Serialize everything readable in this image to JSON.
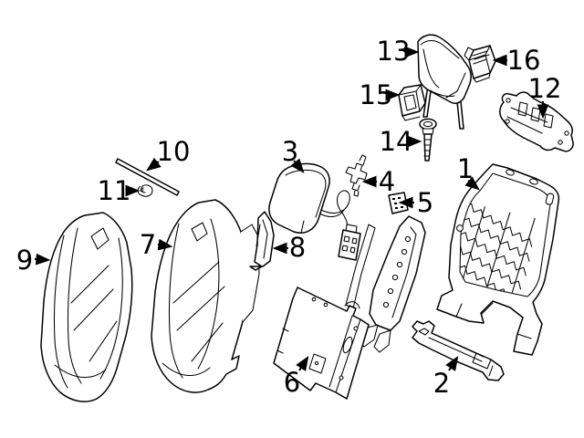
{
  "diagram": {
    "background_color": "#ffffff",
    "line_color": "#000000",
    "text_color": "#000000"
  },
  "callouts": [
    {
      "number": "1"
    },
    {
      "number": "2"
    },
    {
      "number": "3"
    },
    {
      "number": "4"
    },
    {
      "number": "5"
    },
    {
      "number": "6"
    },
    {
      "number": "7"
    },
    {
      "number": "8"
    },
    {
      "number": "9"
    },
    {
      "number": "10"
    },
    {
      "number": "11"
    },
    {
      "number": "12"
    },
    {
      "number": "13"
    },
    {
      "number": "14"
    },
    {
      "number": "15"
    },
    {
      "number": "16"
    }
  ]
}
